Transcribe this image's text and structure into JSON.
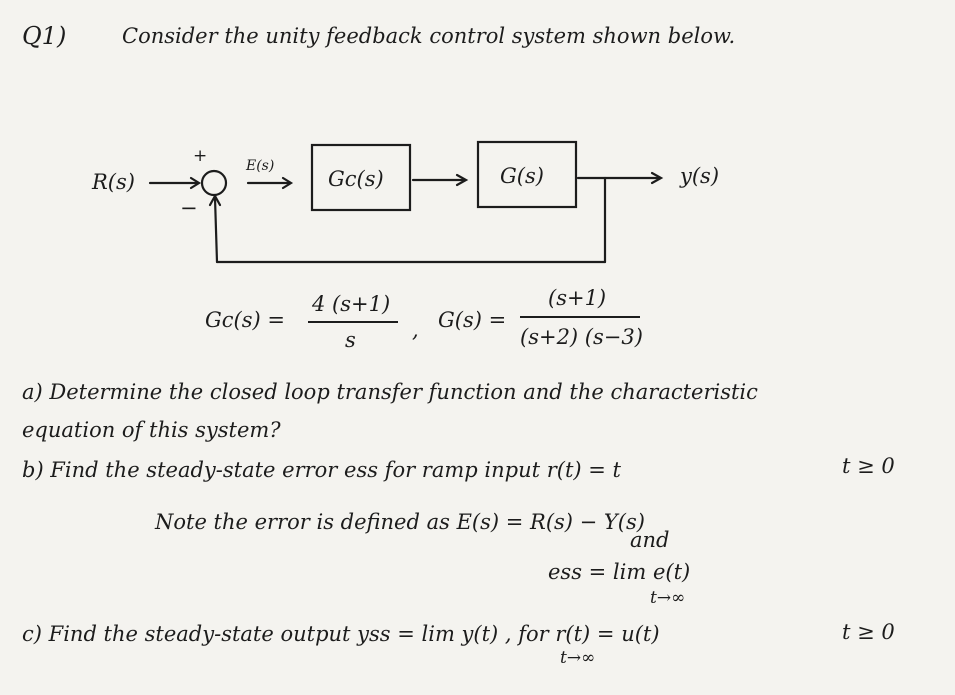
{
  "question": {
    "number": "Q1)",
    "intro": "Consider the unity feedback control system shown below."
  },
  "diagram": {
    "input": "R(s)",
    "plus": "+",
    "minus": "−",
    "error": "E(s)",
    "controller": "Gc(s)",
    "plant": "G(s)",
    "output": "y(s)"
  },
  "equations": {
    "gc_lhs": "Gc(s) =",
    "gc_num": "4 (s+1)",
    "gc_den": "s",
    "comma": ",",
    "g_lhs": "G(s) =",
    "g_num": "(s+1)",
    "g_den": "(s+2) (s−3)"
  },
  "part_a": {
    "line1": "a) Determine the closed loop transfer function and the characteristic",
    "line2": "equation of this system?"
  },
  "part_b": {
    "line1": "b) Find the steady-state error ess for ramp input r(t) = t",
    "cond": "t ≥ 0",
    "note": "Note the error is defined as E(s) = R(s) − Y(s)",
    "and": "and",
    "ess": "ess = lim e(t)",
    "limit": "t→∞"
  },
  "part_c": {
    "line1": "c) Find the steady-state output yss = lim y(t) , for r(t) = u(t)",
    "limit": "t→∞",
    "cond": "t ≥ 0"
  }
}
